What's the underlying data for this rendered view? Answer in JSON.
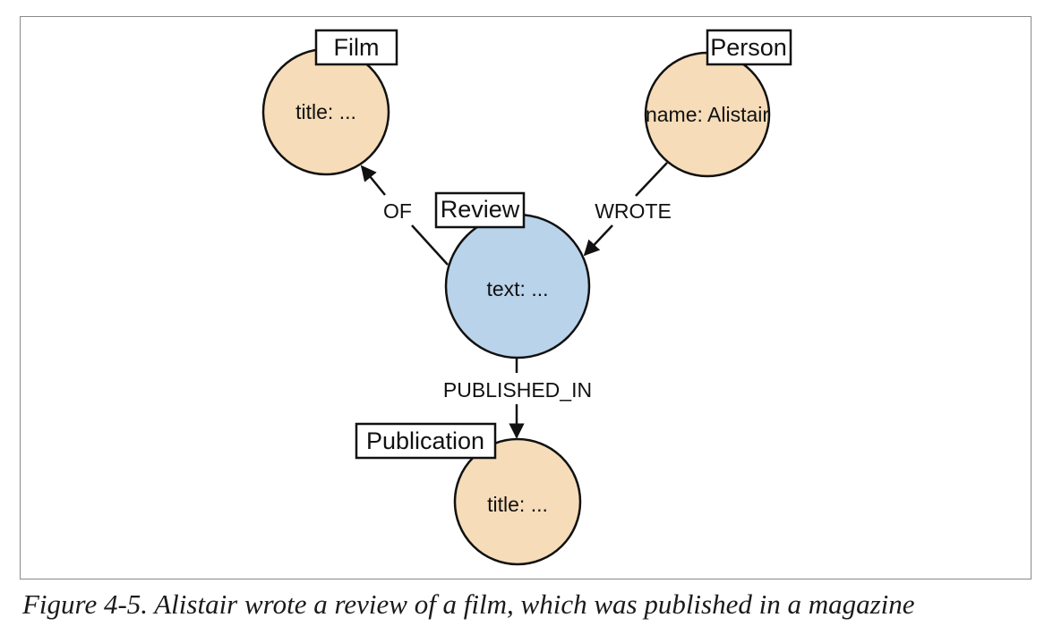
{
  "nodes": {
    "film": {
      "label": "Film",
      "property": "title: ..."
    },
    "person": {
      "label": "Person",
      "property": "name: Alistair"
    },
    "review": {
      "label": "Review",
      "property": "text: ..."
    },
    "publication": {
      "label": "Publication",
      "property": "title: ..."
    }
  },
  "edges": {
    "of": {
      "label": "OF"
    },
    "wrote": {
      "label": "WROTE"
    },
    "published_in": {
      "label": "PUBLISHED_IN"
    }
  },
  "colors": {
    "review_fill": "#b9d3ea",
    "entity_fill": "#f6dcb8",
    "stroke": "#111111"
  },
  "caption": "Figure 4-5. Alistair wrote a review of a film, which was published in a magazine"
}
